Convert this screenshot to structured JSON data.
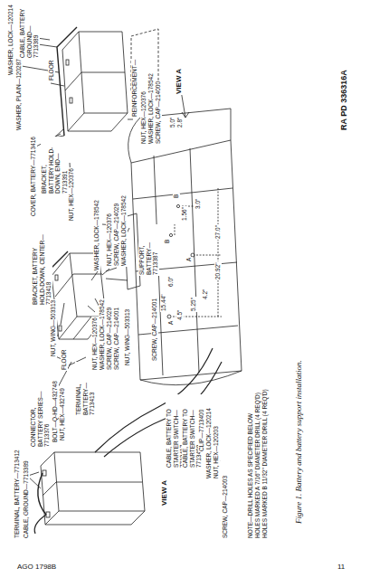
{
  "diagram": {
    "caption": "Figure 1. Battery and battery support installation.",
    "labels": [
      "RA PD 336316A",
      "VIEW A",
      "CABLE, BATTERY GROUND—7713389",
      "WASHER, LOCK—120214",
      "WASHER, PLAIN—120287",
      "COVER, BATTERY—7713416",
      "BRACKET, BATTERY HOLD-DOWN, END—7713391",
      "NUT, HEX—120376",
      "FLOOR",
      "REINFORCEMENT—",
      "NUT, HEX—120376",
      "WASHER, LOCK—178542",
      "SCREW, CAP—214000",
      "5.0\"",
      "2.8\"",
      "WASHER, LOCK—178542",
      "NUT, HEX—120376",
      "SCREW, CAP—214029",
      "WASHER, LOCK—178542",
      "SUPPORT, BATTERY—7713387",
      "BRACKET, BATTERY HOLD-DOWN, CENTER—7713418",
      "NUT, WING—503313",
      "FLOOR",
      "CONNECTOR, BATTERY SERIES—7713376",
      "BOLT—Q-HD—432748",
      "NUT, HEX—432749",
      "TERMINAL, BATTERY—7713413",
      "TERMINAL, BATTERY—7713412",
      "CABLE, GROUND—7713389",
      "NUT, HEX—120376",
      "WASHER, LOCK—178542",
      "SCREW, CAP—214029",
      "SCREW, CAP—214001",
      "NUT, WING—503313",
      "SCREW, CAP—214001",
      "VIEW A",
      "CABLE, BATTERY TO STARTER SWITCH—7713417",
      "CABLE, BATTERY TO STARTER SWITCH—7713408",
      "CLIP—7713400",
      "WASHER, LOCK—120214",
      "NUT, HEX—120203",
      "SCREW, CAP—214003",
      "NOTE—DRILL HOLES AS SPECIFIED BELOW",
      "HOLES MARKED A 7/16\" DIAMETER DRILL (4 REQ'D)",
      "HOLES MARKED B 11/32\" DIAMETER DRILL (4 REQ'D)",
      "15.44\"",
      "6.0\"",
      "4.5\"",
      "5.25\"",
      "4.2\"",
      "20.92\"",
      "27.0\"",
      "1.56\"",
      "3.0\"",
      "A",
      "A",
      "B",
      "B",
      "AGO 1798B",
      "11"
    ]
  }
}
